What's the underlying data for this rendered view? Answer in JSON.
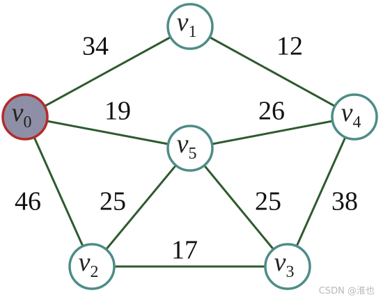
{
  "colors": {
    "edge": "#2e5a2e",
    "node_stroke": "#4e8c87",
    "node_fill": "#ffffff",
    "start_node_fill": "#8e8fa6",
    "start_node_stroke": "#b22c2c"
  },
  "nodes": [
    {
      "id": "v0",
      "base": "v",
      "sub": "0",
      "start": true
    },
    {
      "id": "v1",
      "base": "v",
      "sub": "1"
    },
    {
      "id": "v2",
      "base": "v",
      "sub": "2"
    },
    {
      "id": "v3",
      "base": "v",
      "sub": "3"
    },
    {
      "id": "v4",
      "base": "v",
      "sub": "4"
    },
    {
      "id": "v5",
      "base": "v",
      "sub": "5"
    }
  ],
  "edges": [
    {
      "from": "v0",
      "to": "v1",
      "weight": "34"
    },
    {
      "from": "v1",
      "to": "v4",
      "weight": "12"
    },
    {
      "from": "v0",
      "to": "v5",
      "weight": "19"
    },
    {
      "from": "v5",
      "to": "v4",
      "weight": "26"
    },
    {
      "from": "v0",
      "to": "v2",
      "weight": "46"
    },
    {
      "from": "v2",
      "to": "v5",
      "weight": "25"
    },
    {
      "from": "v5",
      "to": "v3",
      "weight": "25"
    },
    {
      "from": "v4",
      "to": "v3",
      "weight": "38"
    },
    {
      "from": "v2",
      "to": "v3",
      "weight": "17"
    }
  ],
  "watermark": "CSDN @淮也"
}
